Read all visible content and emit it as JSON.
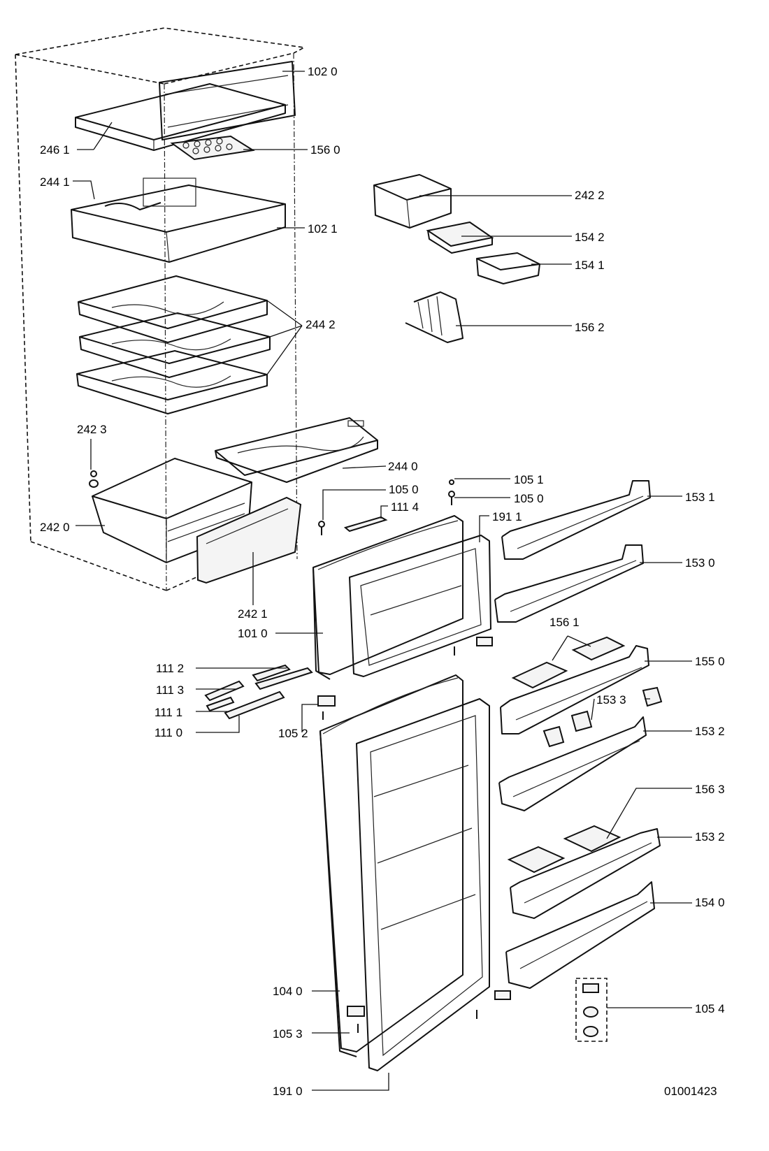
{
  "callouts": [
    {
      "text": "102 0"
    },
    {
      "text": "246 1"
    },
    {
      "text": "156 0"
    },
    {
      "text": "244 1"
    },
    {
      "text": "102 1"
    },
    {
      "text": "242 2"
    },
    {
      "text": "154 2"
    },
    {
      "text": "154 1"
    },
    {
      "text": "244 2"
    },
    {
      "text": "156 2"
    },
    {
      "text": "242 3"
    },
    {
      "text": "244 0"
    },
    {
      "text": "105 1"
    },
    {
      "text": "105 0"
    },
    {
      "text": "105 0"
    },
    {
      "text": "111 4"
    },
    {
      "text": "191 1"
    },
    {
      "text": "153 1"
    },
    {
      "text": "242 0"
    },
    {
      "text": "153 0"
    },
    {
      "text": "242 1"
    },
    {
      "text": "101 0"
    },
    {
      "text": "156 1"
    },
    {
      "text": "155 0"
    },
    {
      "text": "111 2"
    },
    {
      "text": "111 3"
    },
    {
      "text": "111 1"
    },
    {
      "text": "153 3"
    },
    {
      "text": "111 0"
    },
    {
      "text": "105 2"
    },
    {
      "text": "153 2"
    },
    {
      "text": "156 3"
    },
    {
      "text": "153 2"
    },
    {
      "text": "154 0"
    },
    {
      "text": "104 0"
    },
    {
      "text": "105 4"
    },
    {
      "text": "105 3"
    },
    {
      "text": "191 0"
    }
  ],
  "drawing_id": "01001423"
}
